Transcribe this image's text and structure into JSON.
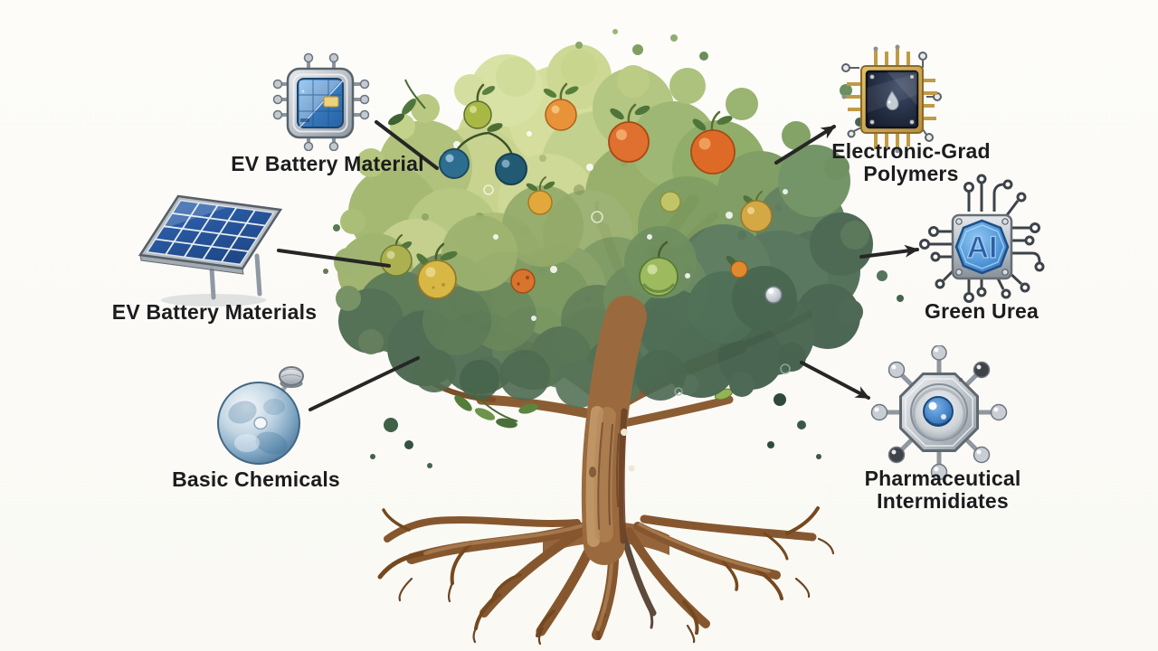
{
  "page": {
    "background": "#fbfaf6"
  },
  "palette": {
    "label_color": "#1c1c1e",
    "connector_color": "#262626",
    "canopy_light_green": "#d4dd9a",
    "canopy_olive": "#9fb46c",
    "canopy_dark_teal": "#4e6c57",
    "trunk_brown": "#9a6a3e",
    "root_brown": "#86572f",
    "fruit_orange": "#d96b26",
    "fruit_blue": "#2b6a8c",
    "fruit_yellow": "#c9a332",
    "icon_blue": "#3a7cc0",
    "icon_gold": "#c9a24e",
    "icon_silver": "#b4bbc2"
  },
  "center": {
    "illustration": "watercolor-fruit-tree-with-roots"
  },
  "nodes": {
    "ev_battery_material": {
      "label": "EV Battery Material",
      "icon": "chip-battery-icon",
      "connector": "line"
    },
    "ev_battery_materials": {
      "label": "EV Battery Materials",
      "icon": "solar-panel-icon",
      "connector": "line"
    },
    "basic_chemicals": {
      "label": "Basic Chemicals",
      "icon": "chemical-sphere-icon",
      "connector": "line"
    },
    "electronic_grad_polymers": {
      "label_line1": "Electronic-Grad",
      "label_line2": "Polymers",
      "icon": "gold-microchip-icon",
      "connector": "arrow"
    },
    "green_urea": {
      "label": "Green Urea",
      "chip_text": "AI",
      "icon": "ai-chip-icon",
      "connector": "arrow"
    },
    "pharmaceutical_intermidiates": {
      "label_line1": "Pharmaceutical",
      "label_line2": "Intermidiates",
      "icon": "molecule-hub-icon",
      "connector": "arrow"
    }
  }
}
